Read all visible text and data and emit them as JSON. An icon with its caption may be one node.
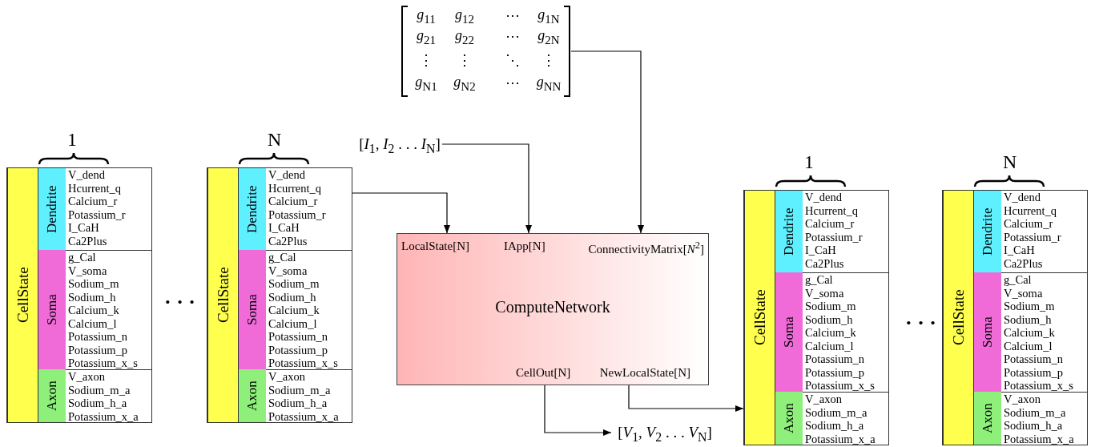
{
  "diagram": {
    "nodes": [
      {
        "text": [
          "*g*$_{11}$",
          "*g*$_{12}$",
          "⋯",
          "*g*$_{1N}$",
          "*g*$_{21}$",
          "*g*$_{22}$",
          "⋯",
          "*g*$_{2N}$",
          "⋮",
          "⋮",
          "⋱",
          "⋮",
          "*g*$_{N1}$",
          "*g*$_{N2}$",
          "⋯",
          "*g*$_{NN}$"
        ]
      },
      {
        "text": [
          "[*I*$_{1}$, *I*$_{2}$ . . . *I*$_{N}$]"
        ]
      },
      {
        "text": [
          "CellState"
        ],
        "beside": [
          "1"
        ]
      },
      {
        "text": [
          "Dendrite"
        ],
        "in": 2
      },
      {
        "text": [
          "V_dend",
          "Hcurrent_q",
          "Calcium_r",
          "Potassium_r",
          "I_CaH",
          "Ca2Plus"
        ],
        "in": 2
      },
      {
        "text": [
          "Soma"
        ],
        "in": 2
      },
      {
        "text": [
          "g_Cal",
          "V_soma",
          "Sodium_m",
          "Sodium_h",
          "Calcium_k",
          "Calcium_l",
          "Potassium_n",
          "Potassium_p",
          "Potassium_x_s"
        ],
        "in": 2
      },
      {
        "text": [
          "Axon"
        ],
        "in": 2
      },
      {
        "text": [
          "V_axon",
          "Sodium_m_a",
          "Sodium_h_a",
          "Potassium_x_a"
        ],
        "in": 2
      },
      {
        "text": [
          "CellState"
        ],
        "beside": [
          "N"
        ]
      },
      {
        "text": [
          "Dendrite"
        ],
        "in": 9
      },
      {
        "text": [
          "V_dend",
          "Hcurrent_q",
          "Calcium_r",
          "Potassium_r",
          "I_CaH",
          "Ca2Plus"
        ],
        "in": 9
      },
      {
        "text": [
          "Soma"
        ],
        "in": 9
      },
      {
        "text": [
          "g_Cal",
          "V_soma",
          "Sodium_m",
          "Sodium_h",
          "Calcium_k",
          "Calcium_l",
          "Potassium_n",
          "Potassium_p",
          "Potassium_x_s"
        ],
        "in": 9
      },
      {
        "text": [
          "Axon"
        ],
        "in": 9
      },
      {
        "text": [
          "V_axon",
          "Sodium_m_a",
          "Sodium_h_a",
          "Potassium_x_a"
        ],
        "in": 9
      },
      {
        "text": [
          "LocalState[N]",
          "IApp[N]",
          "ConnectivityMatrix[*N*$^{2}$]",
          "ComputeNetwork",
          "CellOut[N]",
          "NewLocalState[N]"
        ]
      },
      {
        "text": [
          "[*V*$_{1}$, *V*$_{2}$ . . . *V*$_{N}$]"
        ]
      },
      {
        "text": [
          "CellState"
        ],
        "beside": [
          "1"
        ]
      },
      {
        "text": [
          "Dendrite"
        ],
        "in": 18
      },
      {
        "text": [
          "V_dend",
          "Hcurrent_q",
          "Calcium_r",
          "Potassium_r",
          "I_CaH",
          "Ca2Plus"
        ],
        "in": 18
      },
      {
        "text": [
          "Soma"
        ],
        "in": 18
      },
      {
        "text": [
          "g_Cal",
          "V_soma",
          "Sodium_m",
          "Sodium_h",
          "Calcium_k",
          "Calcium_l",
          "Potassium_n",
          "Potassium_p",
          "Potassium_x_s"
        ],
        "in": 18
      },
      {
        "text": [
          "Axon"
        ],
        "in": 18
      },
      {
        "text": [
          "V_axon",
          "Sodium_m_a",
          "Sodium_h_a",
          "Potassium_x_a"
        ],
        "in": 18
      },
      {
        "text": [
          "CellState"
        ],
        "beside": [
          "N"
        ]
      },
      {
        "text": [
          "Dendrite"
        ],
        "in": 25
      },
      {
        "text": [
          "V_dend",
          "Hcurrent_q",
          "Calcium_r",
          "Potassium_r",
          "I_CaH",
          "Ca2Plus"
        ],
        "in": 25
      },
      {
        "text": [
          "Soma"
        ],
        "in": 25
      },
      {
        "text": [
          "g_Cal",
          "V_soma",
          "Sodium_m",
          "Sodium_h",
          "Calcium_k",
          "Calcium_l",
          "Potassium_n",
          "Potassium_p",
          "Potassium_x_s"
        ],
        "in": 25
      },
      {
        "text": [
          "Axon"
        ],
        "in": 25
      },
      {
        "text": [
          "V_axon",
          "Sodium_m_a",
          "Sodium_h_a",
          "Potassium_x_a"
        ],
        "in": 25
      }
    ],
    "edges": [
      {
        "from": 9,
        "to": 16,
        "arrow": "to"
      },
      {
        "from": 1,
        "to": 16,
        "arrow": "to"
      },
      {
        "from": 0,
        "to": 16,
        "arrow": "to"
      },
      {
        "from": 16,
        "to": 17,
        "arrow": "to"
      },
      {
        "from": 16,
        "to": 18,
        "arrow": "to"
      }
    ],
    "labels": [
      "· · ·",
      "· · ·"
    ]
  }
}
